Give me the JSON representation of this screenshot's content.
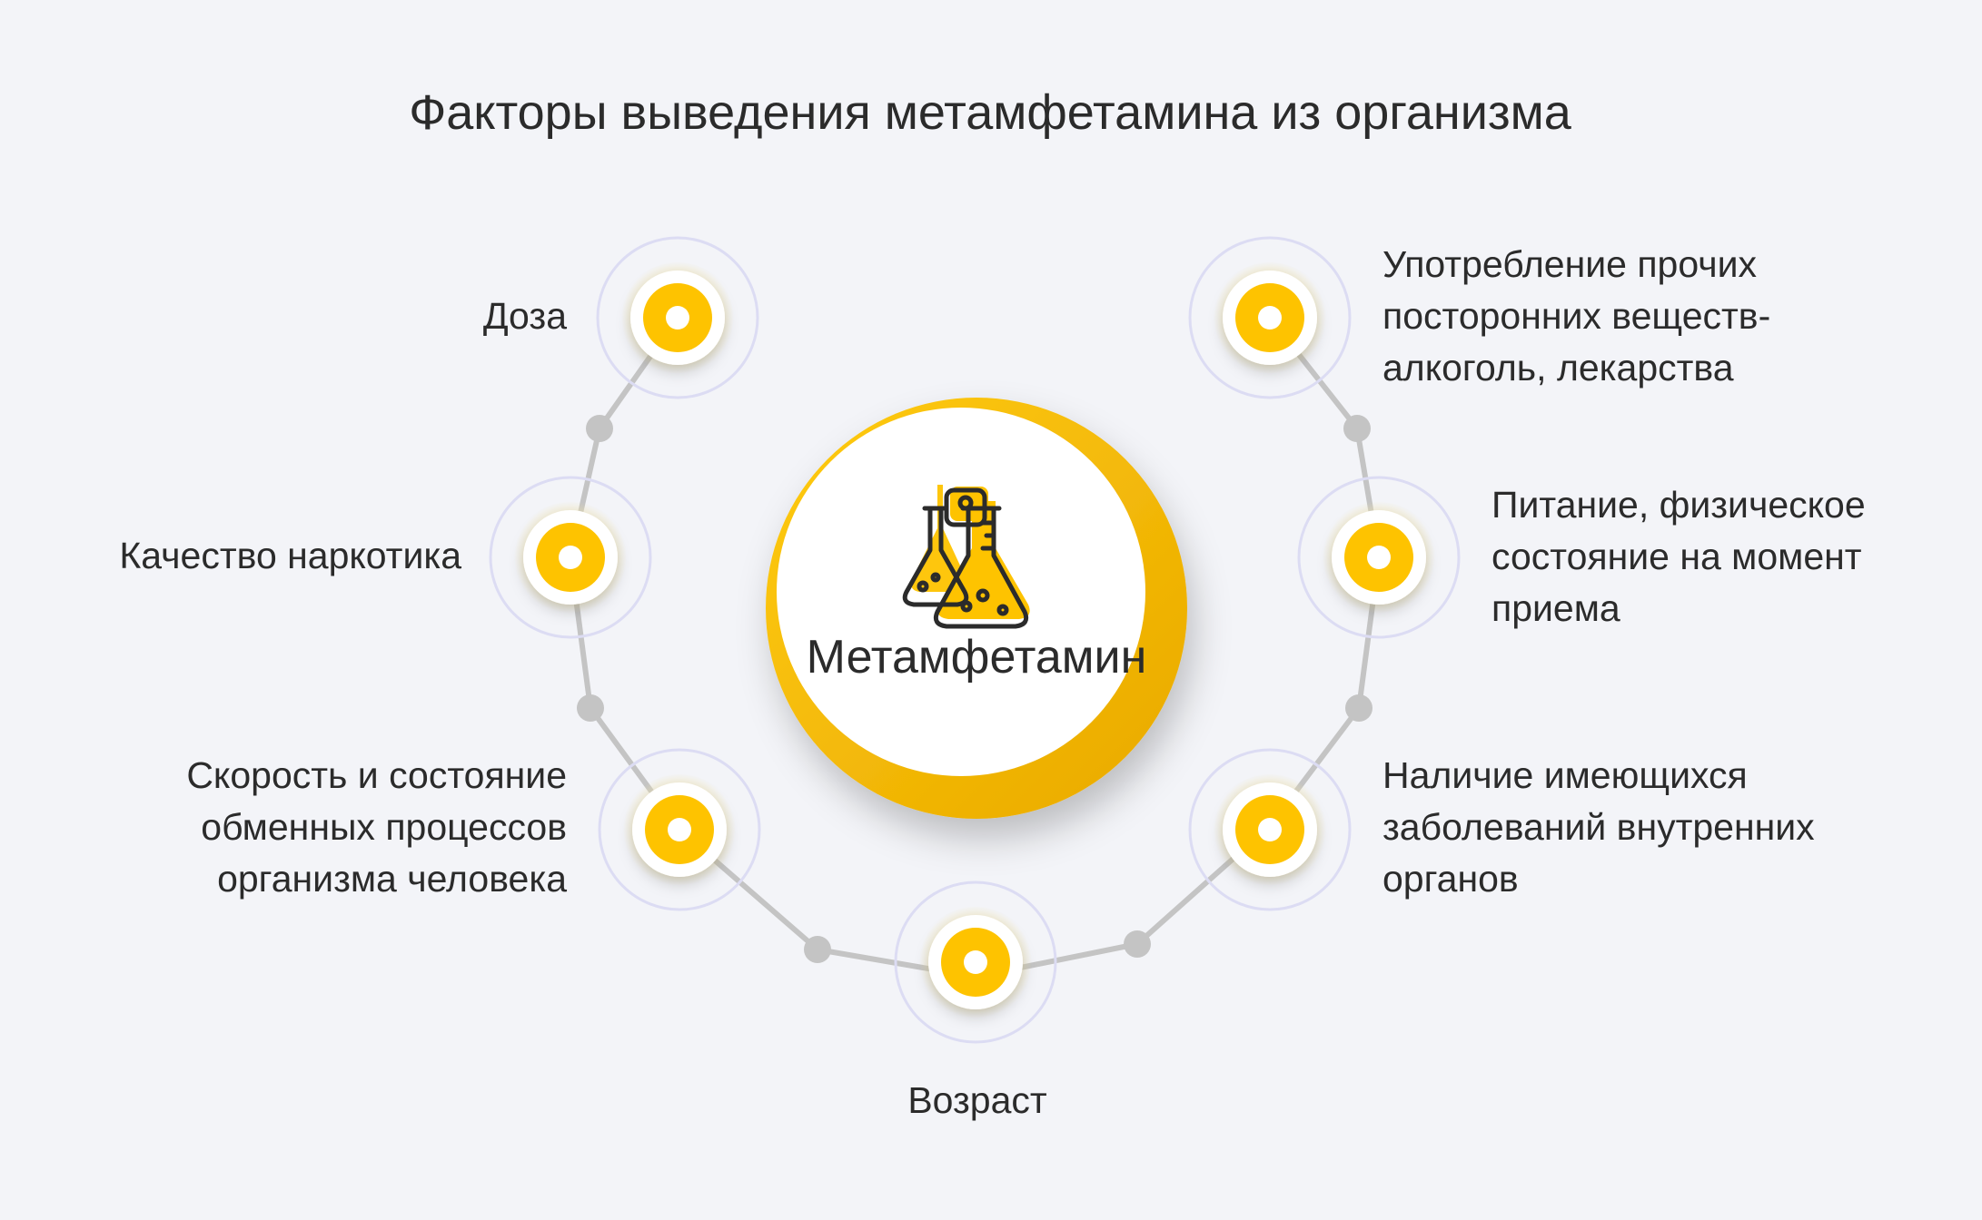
{
  "title": "Факторы выведения метамфетамина из организма",
  "center": {
    "label": "Метамфетамин",
    "icon": "flasks-icon"
  },
  "factors": [
    {
      "id": "dose",
      "lines": [
        "Доза"
      ]
    },
    {
      "id": "drug-quality",
      "lines": [
        "Качество наркотика"
      ]
    },
    {
      "id": "metabolism",
      "lines": [
        "Скорость и состояние",
        "обменных процессов",
        "организма человека"
      ]
    },
    {
      "id": "age",
      "lines": [
        "Возраст"
      ]
    },
    {
      "id": "organ-diseases",
      "lines": [
        "Наличие имеющихся",
        "заболеваний внутренних",
        "органов"
      ]
    },
    {
      "id": "nutrition",
      "lines": [
        "Питание, физическое",
        "состояние на момент",
        "приема"
      ]
    },
    {
      "id": "other-substances",
      "lines": [
        "Употребление прочих",
        "посторонних веществ-",
        "алкоголь, лекарства"
      ]
    }
  ],
  "colors": {
    "background": "#f3f4f8",
    "accent": "#fec300",
    "accent_dark": "#e8ae00",
    "connector": "#c4c4c4",
    "ring": "#dcdcf3",
    "text": "#2b2b2b"
  }
}
